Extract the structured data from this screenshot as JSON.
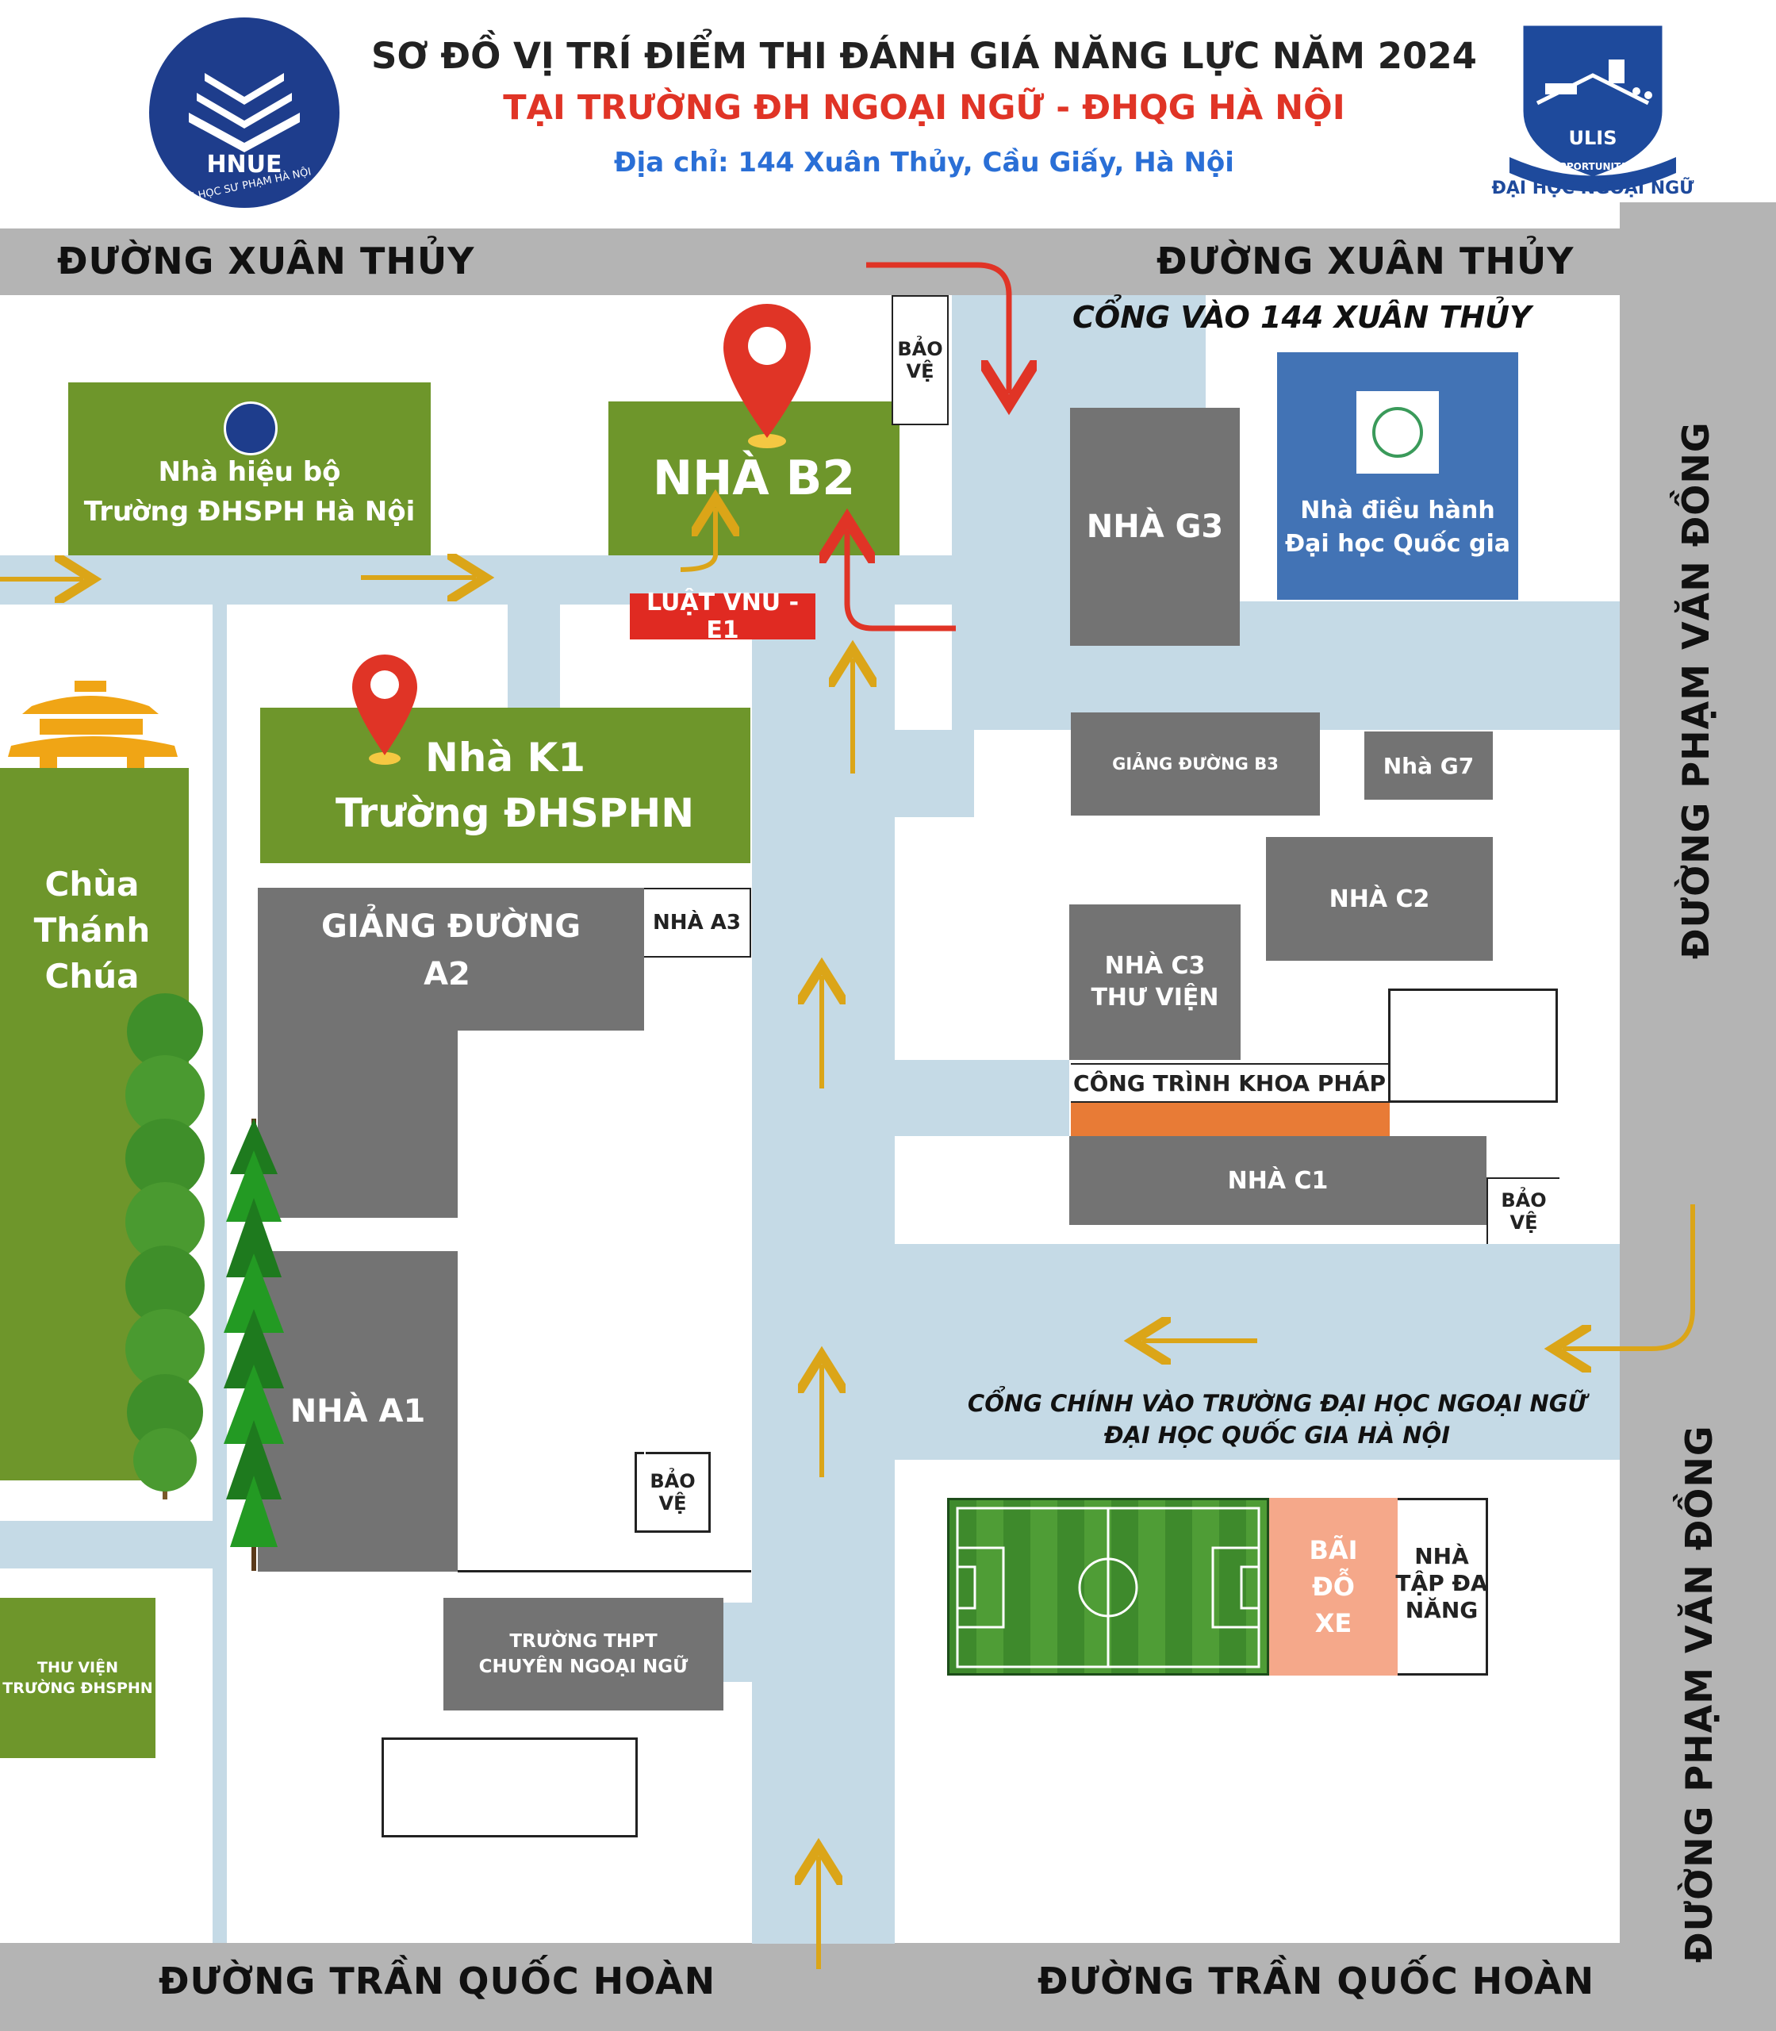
{
  "header": {
    "title": "SƠ ĐỒ VỊ TRÍ ĐIỂM THI ĐÁNH GIÁ NĂNG LỰC NĂM 2024",
    "subtitle": "TẠI TRƯỜNG ĐH NGOẠI NGỮ - ĐHQG HÀ NỘI",
    "address": "Địa chỉ: 144 Xuân Thủy, Cầu Giấy, Hà Nội",
    "colors": {
      "title": "#222222",
      "subtitle": "#e03426",
      "address": "#2a6fd6"
    }
  },
  "logos": {
    "left": {
      "name": "HNUE",
      "ring_text": "ĐẠI HỌC SƯ PHẠM HÀ NỘI",
      "color": "#1e3d8c"
    },
    "right": {
      "name": "ULIS",
      "motto": "OPPORTUNITAS",
      "caption": "ĐẠI HỌC NGOẠI NGỮ",
      "color": "#1e4a9c"
    }
  },
  "streets": {
    "top_left": "ĐƯỜNG XUÂN THỦY",
    "top_right": "ĐƯỜNG XUÂN THỦY",
    "bottom_left": "ĐƯỜNG TRẦN QUỐC HOÀN",
    "bottom_right": "ĐƯỜNG TRẦN QUỐC HOÀN",
    "right_upper": "ĐƯỜNG PHẠM VĂN ĐỒNG",
    "right_lower": "ĐƯỜNG PHẠM VĂN ĐỒNG"
  },
  "gates": {
    "gate_144": "CỔNG VÀO 144 XUÂN THỦY",
    "main_gate_line1": "CỔNG CHÍNH VÀO TRƯỜNG ĐẠI HỌC NGOẠI NGỮ",
    "main_gate_line2": "ĐẠI HỌC QUỐC GIA HÀ NỘI"
  },
  "buildings": {
    "hieu_bo_line1": "Nhà hiệu bộ",
    "hieu_bo_line2": "Trường ĐHSPH Hà Nội",
    "b2": "NHÀ B2",
    "luat": "LUẬT VNU - E1",
    "g3": "NHÀ G3",
    "dieu_hanh_line1": "Nhà điều hành",
    "dieu_hanh_line2": "Đại học Quốc gia",
    "k1_line1": "Nhà K1",
    "k1_line2": "Trường ĐHSPHN",
    "chua_line1": "Chùa",
    "chua_line2": "Thánh",
    "chua_line3": "Chúa",
    "a2_line1": "GIẢNG ĐƯỜNG",
    "a2_line2": "A2",
    "a3": "NHÀ A3",
    "a1": "NHÀ A1",
    "b3": "GIẢNG ĐƯỜNG B3",
    "g7": "Nhà G7",
    "c2": "NHÀ C2",
    "c3_line1": "NHÀ C3",
    "c3_line2": "THƯ VIỆN",
    "khoa_phap": "CÔNG TRÌNH KHOA PHÁP",
    "c1": "NHÀ C1",
    "thpt_line1": "TRƯỜNG THPT",
    "thpt_line2": "CHUYÊN NGOẠI NGỮ",
    "thu_vien_line1": "THƯ VIỆN",
    "thu_vien_line2": "TRƯỜNG ĐHSPHN",
    "parking_line1": "BÃI",
    "parking_line2": "ĐỖ",
    "parking_line3": "XE",
    "tap_line1": "NHÀ",
    "tap_line2": "TẬP ĐA",
    "tap_line3": "NĂNG",
    "guard": "BẢO\nVỆ"
  },
  "colors": {
    "road": "#c5dae6",
    "street": "#b4b4b4",
    "green_building": "#6e962b",
    "gray_building": "#737373",
    "blue_building": "#4273b5",
    "pin": "#e03426",
    "arrow_yellow": "#dba518",
    "arrow_red": "#e03426",
    "khoa_phap_strip": "#e87b36",
    "parking": "#f5a88a",
    "luat": "#e02a22"
  },
  "icons": [
    "location-pin-icon",
    "route-arrow-icon",
    "tree-icon",
    "pagoda-roof-icon",
    "football-field-icon"
  ]
}
